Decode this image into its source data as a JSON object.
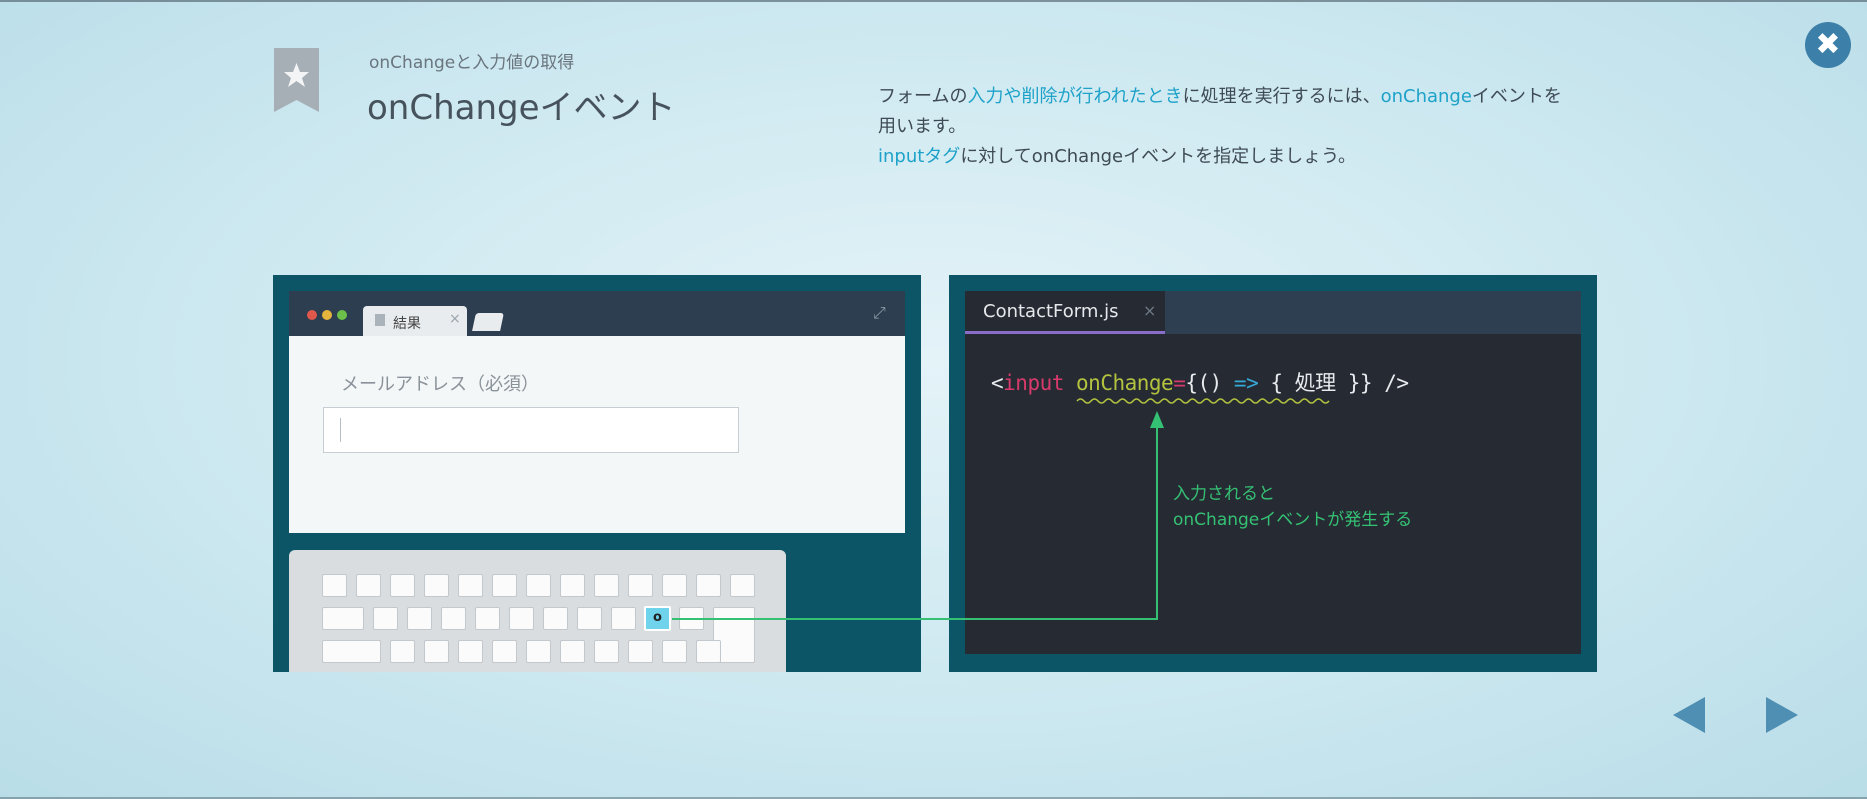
{
  "header": {
    "subtitle": "onChangeと入力値の取得",
    "title": "onChangeイベント"
  },
  "description": {
    "line1_part1": "フォームの",
    "line1_hl1": "入力や削除が行われたとき",
    "line1_part2": "に処理を実行するには、",
    "line1_hl2": "onChange",
    "line1_part3": "イベントを用います。",
    "line2_hl": "inputタグ",
    "line2_part": "に対してonChangeイベントを指定しましょう。"
  },
  "browser": {
    "tab_label": "結果",
    "tab_close": "×",
    "field_label": "メールアドレス（必須）",
    "field_value": ""
  },
  "keyboard": {
    "highlighted_key": "o"
  },
  "editor": {
    "file_tab": "ContactForm.js",
    "file_close": "×",
    "code_lt": "<",
    "code_tag": "input",
    "code_attr": "onChange",
    "code_eq": "=",
    "code_brace_open": "{() ",
    "code_arrow": "=>",
    "code_body": " { 処理 }} />",
    "annotation": "入力されると\nonChangeイベントが発生する"
  },
  "colors": {
    "accent": "#1ea2c9",
    "panel_bg": "#0b5566",
    "editor_bg": "#262b33",
    "tag_color": "#d83a6c",
    "attr_color": "#b3c23f",
    "annotation_color": "#35c174",
    "nav_color": "#4f8fb3"
  },
  "icons": {
    "close": "close-icon",
    "bookmark": "star-bookmark-icon",
    "expand": "expand-icon",
    "prev": "left-arrow-icon",
    "next": "right-arrow-icon"
  }
}
